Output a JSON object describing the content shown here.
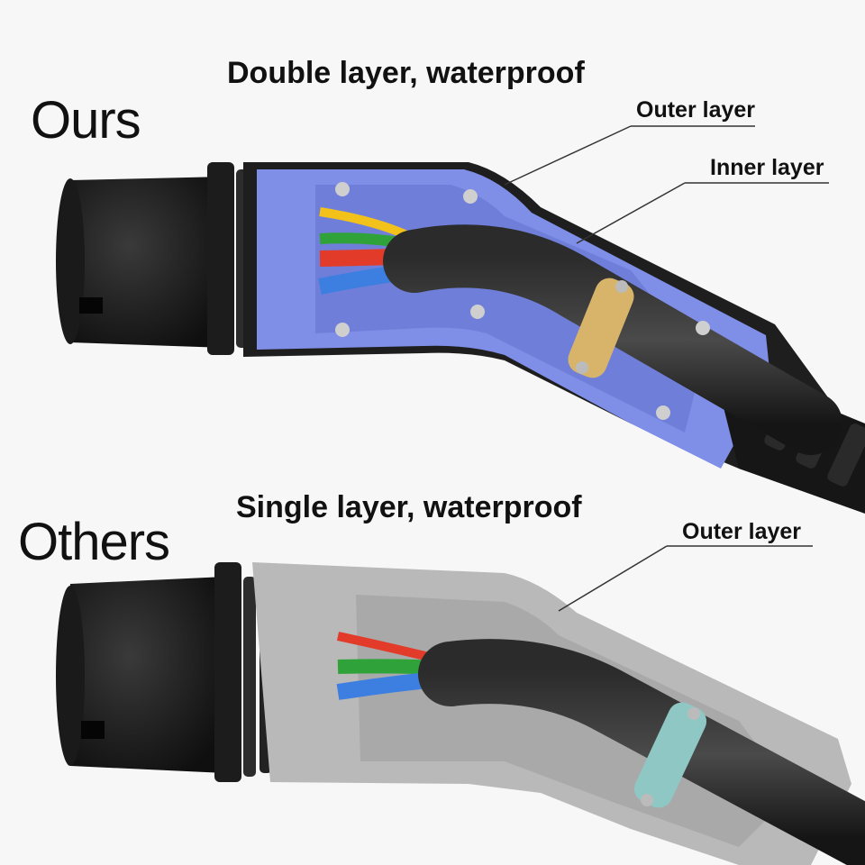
{
  "top": {
    "label": "Ours",
    "headline": "Double layer, waterproof",
    "callouts": {
      "outer": "Outer layer",
      "inner": "Inner layer"
    },
    "colors": {
      "inner_layer": "#7f8ee6",
      "outer_layer": "#1e1e1e",
      "clamp": "#d8b46a"
    }
  },
  "bottom": {
    "label": "Others",
    "headline": "Single layer, waterproof",
    "callouts": {
      "outer": "Outer layer"
    },
    "colors": {
      "outer_layer": "#b9b9b9",
      "clamp": "#8fc7c4"
    }
  },
  "wire_colors": {
    "yellow": "#f2c21a",
    "green": "#2fa33a",
    "red": "#e23b2a",
    "blue": "#3d7fe0"
  }
}
